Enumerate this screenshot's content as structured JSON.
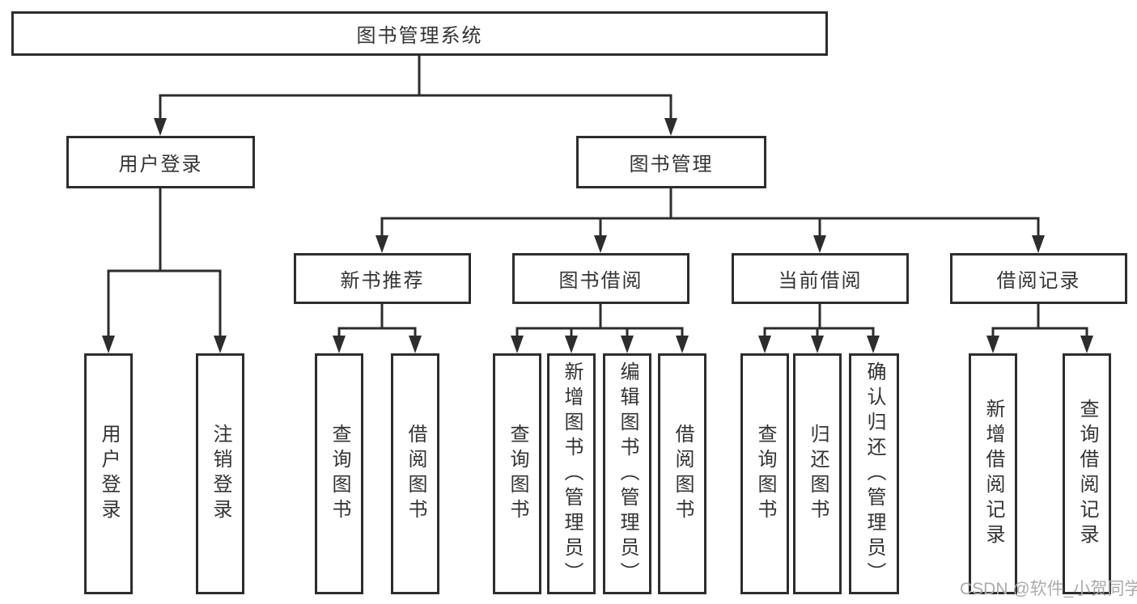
{
  "nodes": {
    "root": "图书管理系统",
    "branches": [
      {
        "label": "用户登录",
        "children": [
          "用户登录",
          "注销登录"
        ]
      },
      {
        "label": "图书管理",
        "children": [
          {
            "label": "新书推荐",
            "children": [
              "查询图书",
              "借阅图书"
            ]
          },
          {
            "label": "图书借阅",
            "children": [
              "查询图书",
              "新增图书（管理员）",
              "编辑图书（管理员）",
              "借阅图书"
            ]
          },
          {
            "label": "当前借阅",
            "children": [
              "查询图书",
              "归还图书",
              "确认归还（管理员）"
            ]
          },
          {
            "label": "借阅记录",
            "children": [
              "新增借阅记录",
              "查询借阅记录"
            ]
          }
        ]
      }
    ]
  },
  "watermark": "CSDN @软件_小贺同学",
  "colors": {
    "line": "#2d2d2d",
    "text": "#333333",
    "watermark": "#ababab",
    "background": "#ffffff"
  }
}
